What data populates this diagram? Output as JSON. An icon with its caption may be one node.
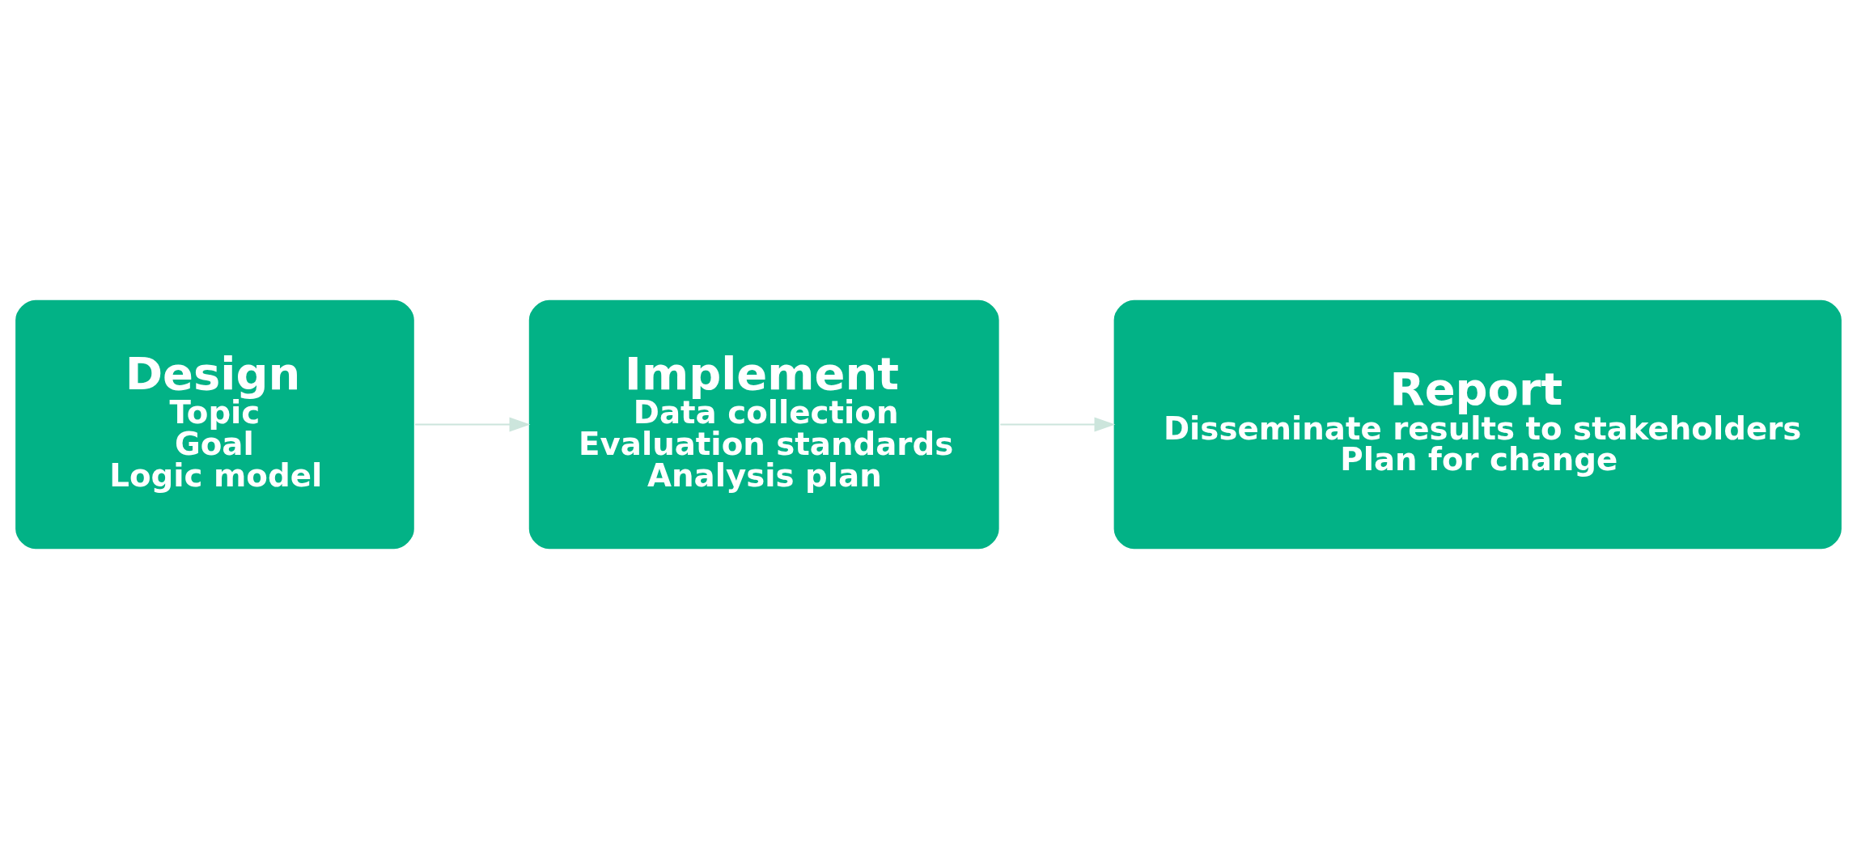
{
  "diagram": {
    "nodes": [
      {
        "text": [
          "Design",
          "Topic",
          "Goal",
          "Logic model"
        ]
      },
      {
        "text": [
          "Implement",
          "Data collection",
          "Evaluation standards",
          "Analysis plan"
        ]
      },
      {
        "text": [
          "Report",
          "Disseminate results to stakeholders",
          "Plan for change"
        ]
      }
    ],
    "edges": [
      {
        "from": 0,
        "to": 1,
        "arrow": "to",
        "color": "#cce5dc"
      },
      {
        "from": 1,
        "to": 2,
        "arrow": "to",
        "color": "#cce5dc"
      }
    ]
  }
}
